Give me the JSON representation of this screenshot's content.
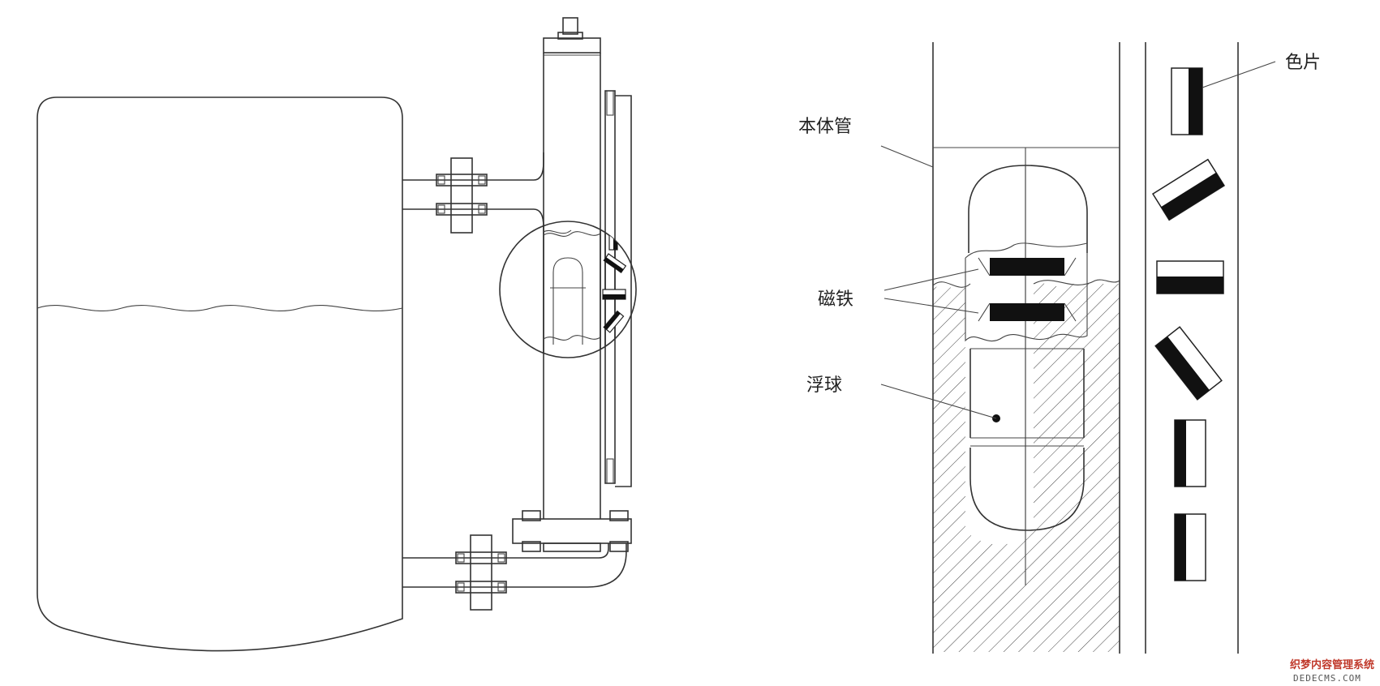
{
  "labels": {
    "body_tube": "本体管",
    "color_flap": "色片",
    "magnet": "磁铁",
    "float_ball": "浮球"
  },
  "watermark": {
    "line1": "织梦内容管理系统",
    "line2": "DEDECMS.COM"
  },
  "colors": {
    "stroke": "#333333",
    "magnet": "#111111"
  }
}
